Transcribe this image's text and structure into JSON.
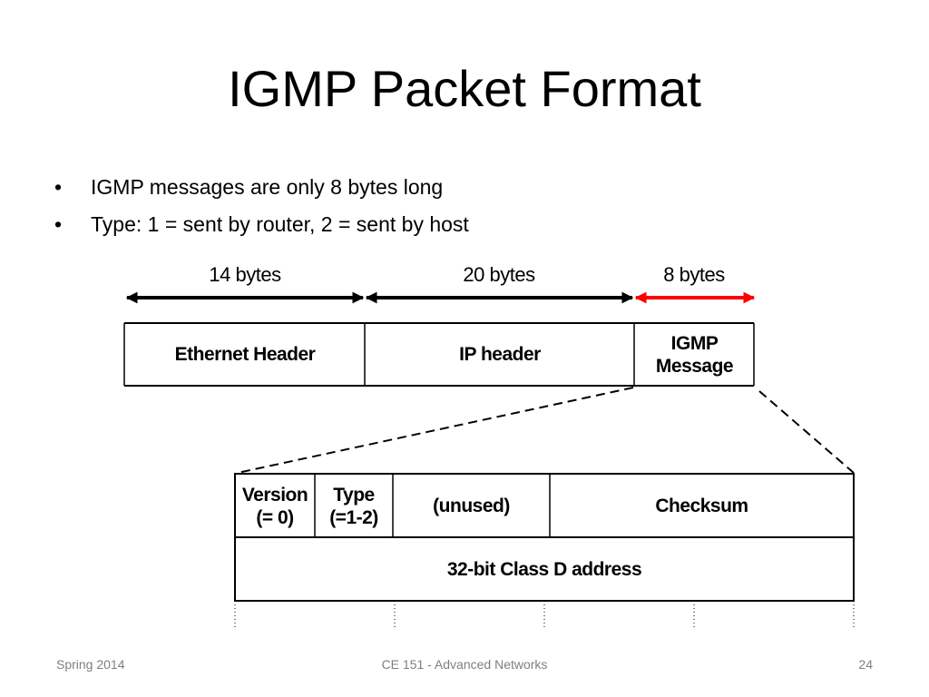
{
  "slide": {
    "title": "IGMP Packet Format",
    "bullets": [
      "IGMP messages are only 8 bytes long",
      "Type: 1 = sent by router, 2 = sent by host"
    ]
  },
  "packet": {
    "size_labels": [
      "14 bytes",
      "20 bytes",
      "8 bytes"
    ],
    "fields": [
      "Ethernet Header",
      "IP header",
      "IGMP\nMessage"
    ]
  },
  "igmp_message": {
    "row1": [
      "Version\n(= 0)",
      "Type\n(=1-2)",
      "(unused)",
      "Checksum"
    ],
    "row2": "32-bit Class D address"
  },
  "colors": {
    "highlight_arrow": "#ff0000",
    "arrow": "#000000"
  },
  "footer": {
    "left": "Spring 2014",
    "center": "CE 151 - Advanced Networks",
    "right": "24"
  }
}
